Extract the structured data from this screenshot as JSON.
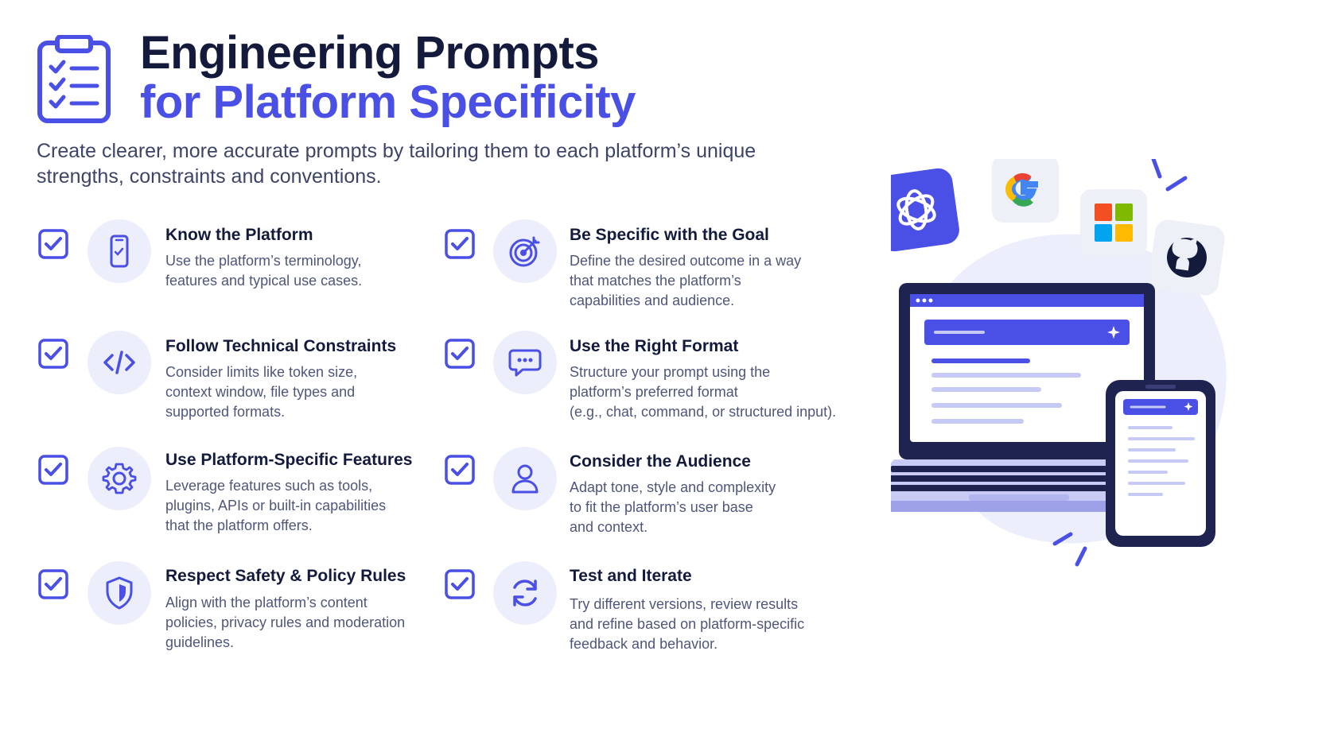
{
  "header": {
    "title_line1": "Engineering Prompts",
    "title_line2": "for Platform Specificity",
    "subtitle": "Create clearer, more accurate prompts by tailoring them to each platform’s unique strengths, constraints and conventions."
  },
  "colors": {
    "accent": "#4a4fe6",
    "title_dark": "#141a3c",
    "body_text": "#50567a",
    "icon_bg": "#eceefb"
  },
  "items": [
    {
      "title": "Know the Platform",
      "desc": "Use the platform’s terminology,\nfeatures and typical use cases.",
      "icon": "smartphone-icon"
    },
    {
      "title": "Follow Technical Constraints",
      "desc": "Consider limits like token size,\ncontext window, file types and\nsupported formats.",
      "icon": "code-icon"
    },
    {
      "title": "Use Platform-Specific Features",
      "desc": "Leverage features such as tools,\nplugins, APIs or built-in capabilities\nthat the platform offers.",
      "icon": "gear-icon"
    },
    {
      "title": "Respect Safety & Policy Rules",
      "desc": "Align with the platform’s content\npolicies, privacy rules and moderation\nguidelines.",
      "icon": "shield-icon"
    },
    {
      "title": "Be Specific with the Goal",
      "desc": "Define the desired outcome in a way\nthat matches the platform’s\ncapabilities and audience.",
      "icon": "target-icon"
    },
    {
      "title": "Use the Right Format",
      "desc": "Structure your prompt using the\nplatform’s preferred format\n(e.g., chat, command, or structured input).",
      "icon": "chat-bubble-icon"
    },
    {
      "title": "Consider the Audience",
      "desc": "Adapt tone, style and complexity\nto fit the platform’s user base\nand context.",
      "icon": "user-icon"
    },
    {
      "title": "Test and Iterate",
      "desc": "Try different versions, review results\nand refine based on platform-specific\nfeedback and behavior.",
      "icon": "refresh-icon"
    }
  ],
  "hero": {
    "platform_logos": [
      "openai-logo-icon",
      "google-logo-icon",
      "microsoft-logo-icon",
      "github-logo-icon"
    ],
    "devices": [
      "laptop-icon",
      "phone-icon"
    ]
  }
}
